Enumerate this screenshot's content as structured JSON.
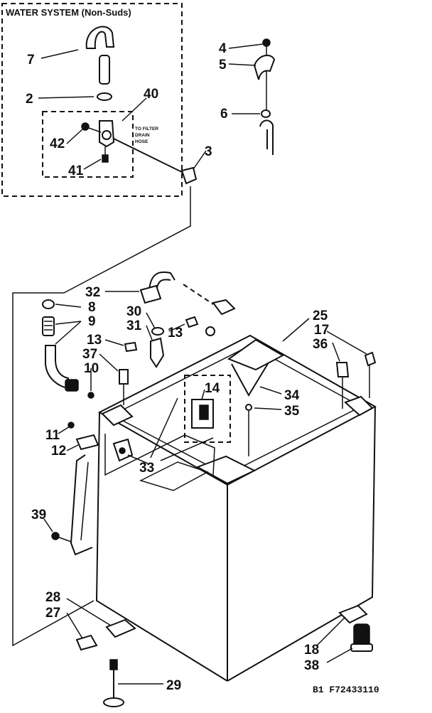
{
  "inset": {
    "title": "WATER SYSTEM (Non-Suds)",
    "drain_note": [
      "TO FILTER",
      "DRAIN",
      "HOSE"
    ]
  },
  "callouts": {
    "c7": "7",
    "c2": "2",
    "c40": "40",
    "c42": "42",
    "c41": "41",
    "c3": "3",
    "c4": "4",
    "c5": "5",
    "c6": "6",
    "c32": "32",
    "c8": "8",
    "c9": "9",
    "c30": "30",
    "c31": "31",
    "c13a": "13",
    "c13b": "13",
    "c37": "37",
    "c10": "10",
    "c25": "25",
    "c17": "17",
    "c36": "36",
    "c14": "14",
    "c34": "34",
    "c35": "35",
    "c11": "11",
    "c12": "12",
    "c33": "33",
    "c39": "39",
    "c28": "28",
    "c27": "27",
    "c29": "29",
    "c18": "18",
    "c38": "38"
  },
  "footer": {
    "code": "B1 F72433110"
  }
}
